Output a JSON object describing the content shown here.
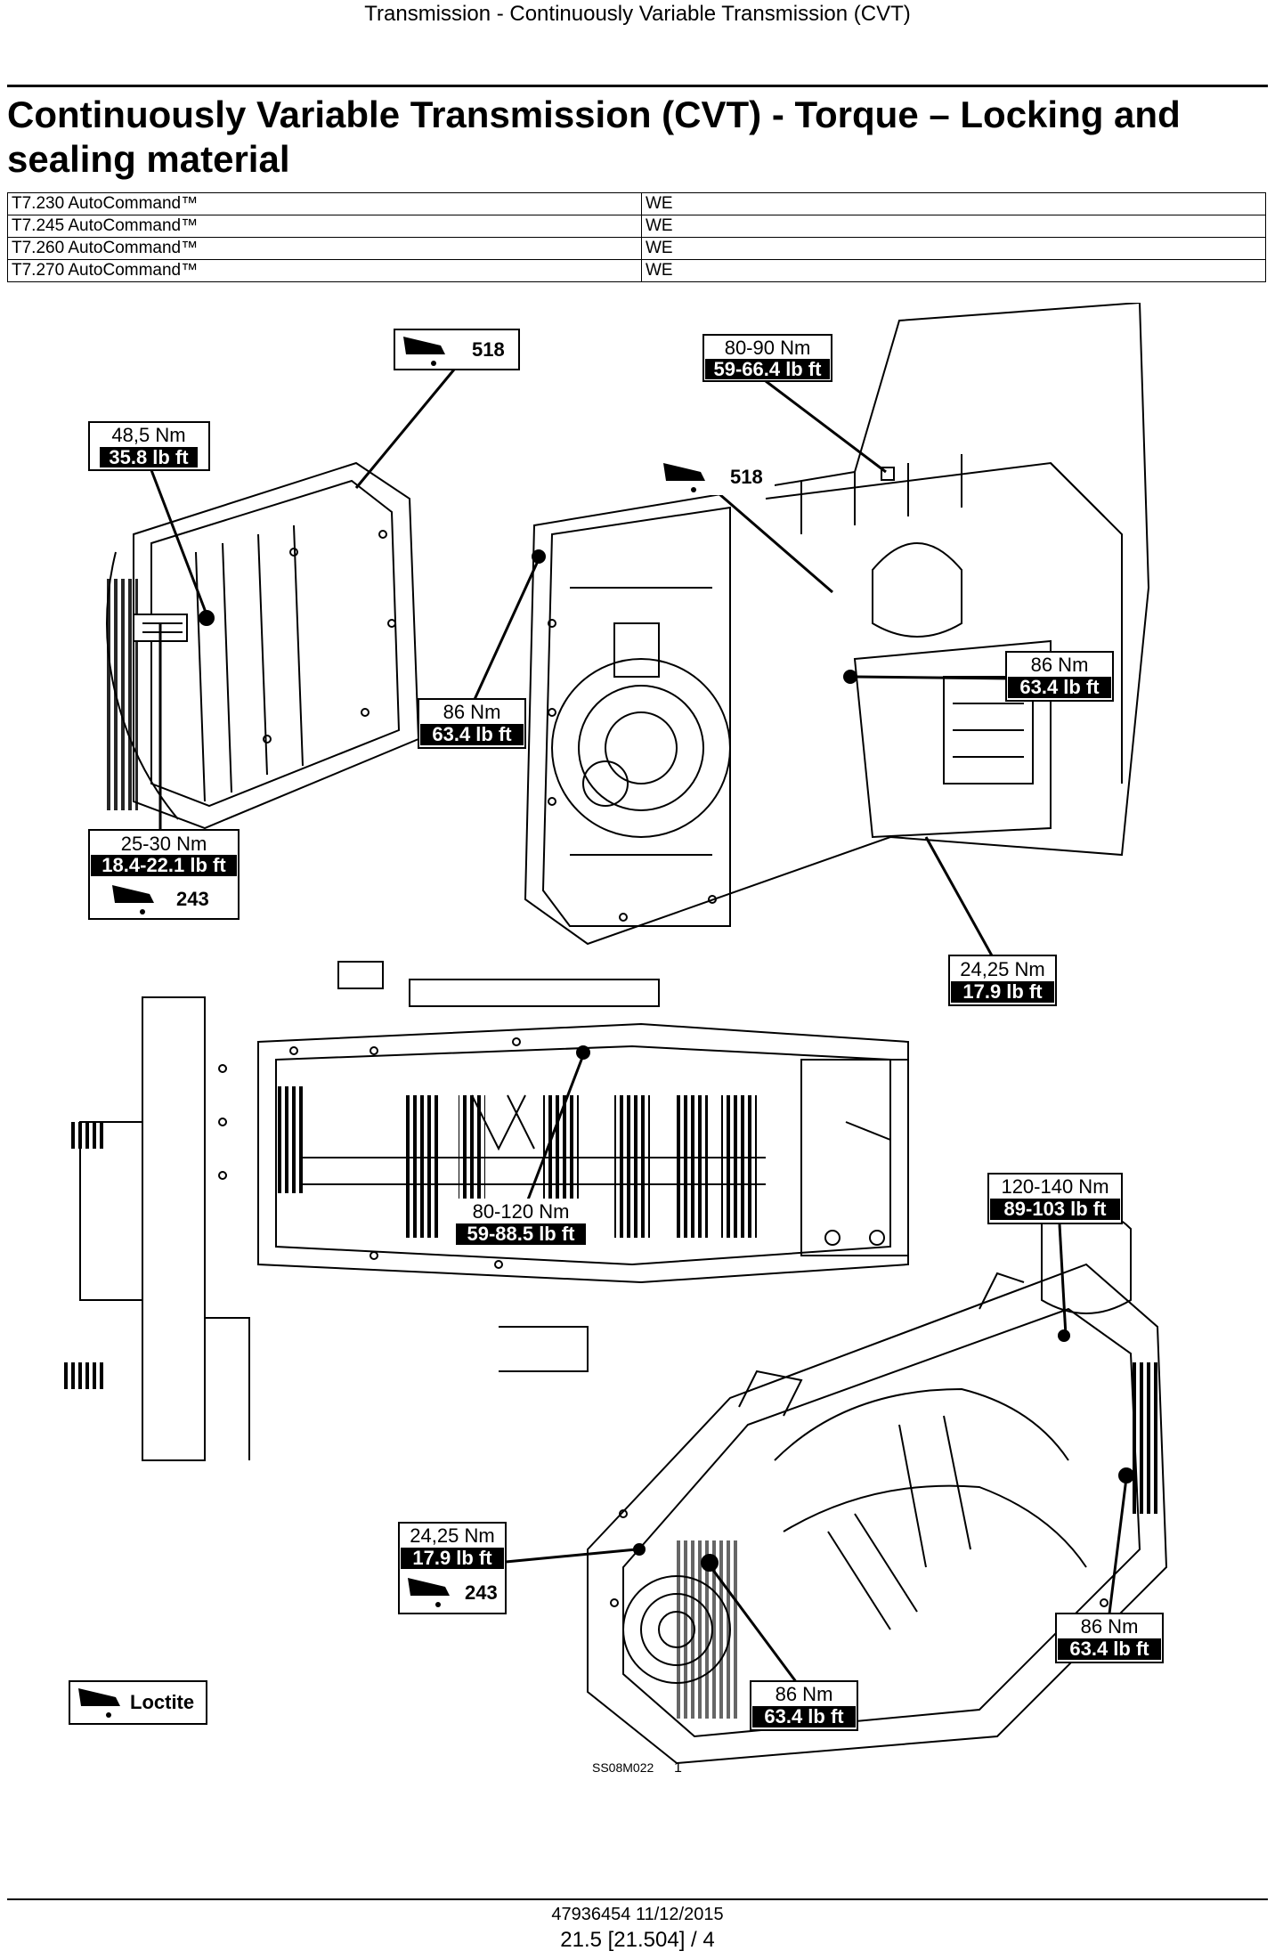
{
  "header": "Transmission - Continuously Variable Transmission (CVT)",
  "title": "Continuously Variable Transmission (CVT) - Torque – Locking and sealing material",
  "models": [
    {
      "model": "T7.230 AutoCommand™",
      "region": "WE"
    },
    {
      "model": "T7.245 AutoCommand™",
      "region": "WE"
    },
    {
      "model": "T7.260 AutoCommand™",
      "region": "WE"
    },
    {
      "model": "T7.270 AutoCommand™",
      "region": "WE"
    }
  ],
  "callouts": {
    "c518a": {
      "code": "518"
    },
    "c8090": {
      "nm": "80-90 Nm",
      "lbft": "59-66.4 lb ft"
    },
    "c485": {
      "nm": "48,5 Nm",
      "lbft": "35.8 lb ft"
    },
    "c518b": {
      "code": "518"
    },
    "c86a": {
      "nm": "86 Nm",
      "lbft": "63.4 lb ft"
    },
    "c86b": {
      "nm": "86 Nm",
      "lbft": "63.4 lb ft"
    },
    "c2530": {
      "nm": "25-30 Nm",
      "lbft": "18.4-22.1 lb ft",
      "code": "243"
    },
    "c2425a": {
      "nm": "24,25 Nm",
      "lbft": "17.9 lb ft"
    },
    "c80120": {
      "nm": "80-120 Nm",
      "lbft": "59-88.5 lb ft"
    },
    "c120140": {
      "nm": "120-140 Nm",
      "lbft": "89-103 lb ft"
    },
    "c2425b": {
      "nm": "24,25 Nm",
      "lbft": "17.9 lb ft",
      "code": "243"
    },
    "c86c": {
      "nm": "86 Nm",
      "lbft": "63.4 lb ft"
    },
    "c86d": {
      "nm": "86 Nm",
      "lbft": "63.4 lb ft"
    }
  },
  "legend": {
    "loctite": "Loctite"
  },
  "figure": {
    "ref": "SS08M022",
    "num": "1"
  },
  "footer": {
    "doc": "47936454 11/12/2015",
    "page": "21.5 [21.504] / 4"
  }
}
